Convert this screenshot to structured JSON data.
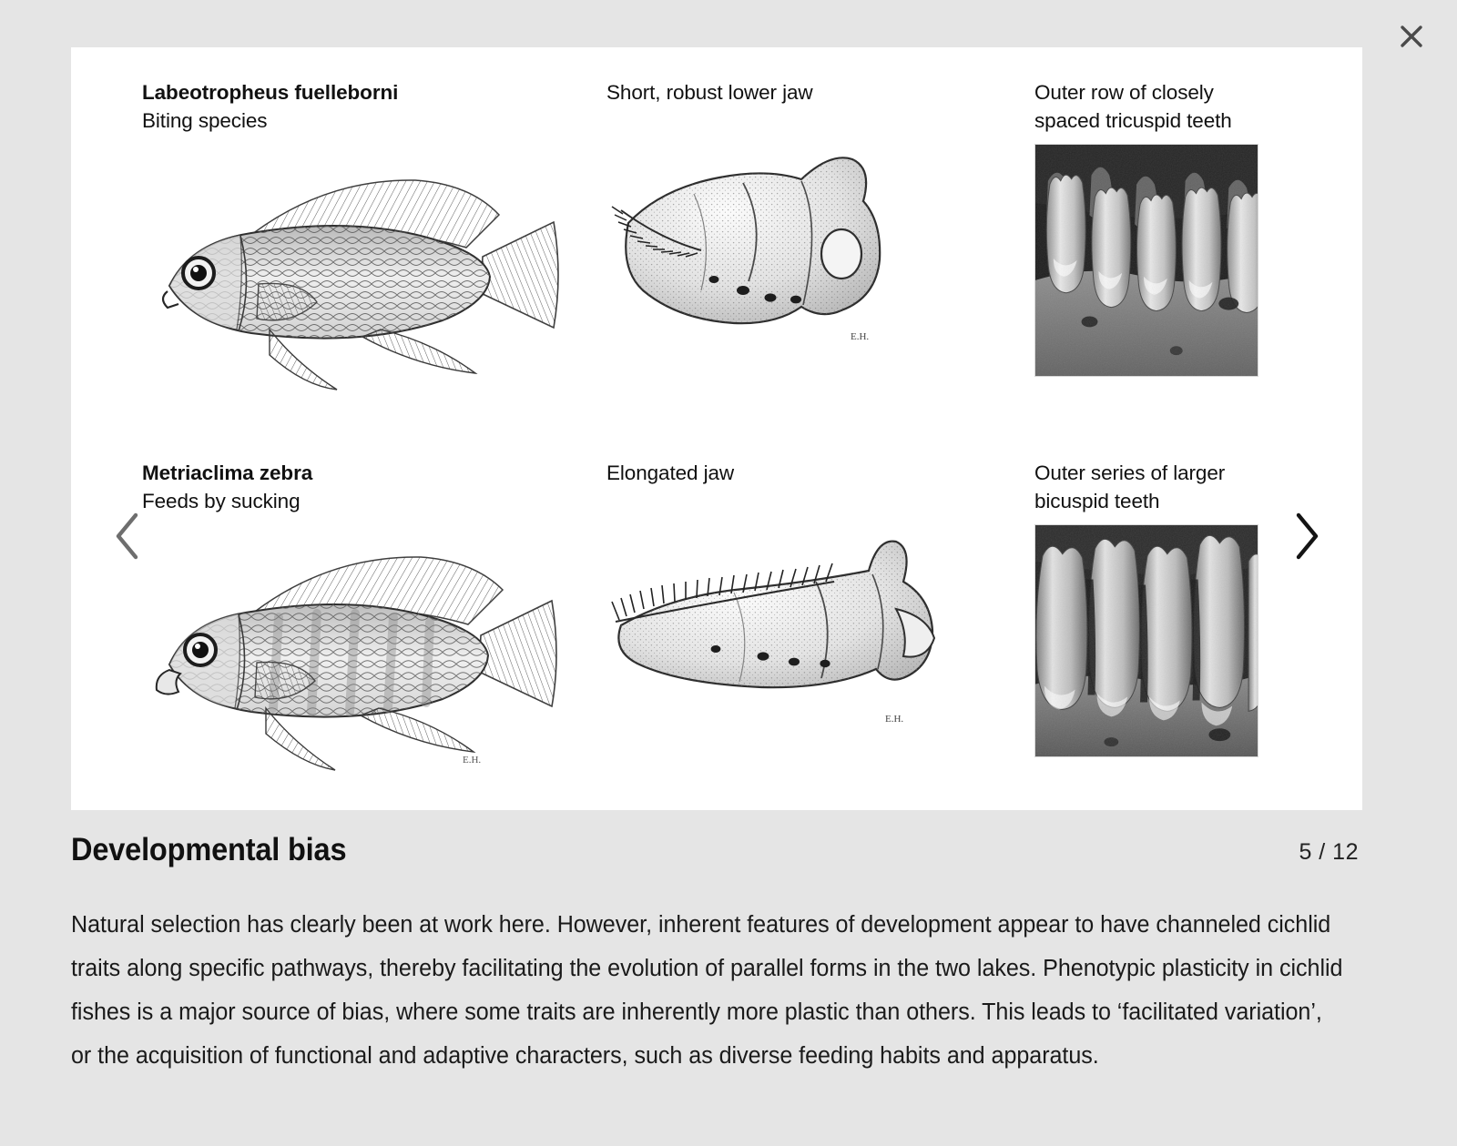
{
  "dialog": {
    "close_label": "×",
    "close_icon": "close-icon"
  },
  "figure": {
    "rows": [
      {
        "species_name": "Labeotropheus fuelleborni",
        "species_habit": "Biting species",
        "jaw_caption": "Short, robust lower jaw",
        "teeth_caption_line1": "Outer row of closely",
        "teeth_caption_line2": "spaced tricuspid teeth",
        "fish_icon": "cichlid-fish-illustration",
        "jaw_icon": "lower-jaw-bone-illustration",
        "sem_icon": "tricuspid-teeth-sem-micrograph"
      },
      {
        "species_name": "Metriaclima zebra",
        "species_habit": "Feeds by sucking",
        "jaw_caption": "Elongated jaw",
        "teeth_caption_line1": "Outer series of larger",
        "teeth_caption_line2": "bicuspid teeth",
        "fish_icon": "cichlid-fish-illustration",
        "jaw_icon": "elongated-jaw-bone-illustration",
        "sem_icon": "bicuspid-teeth-sem-micrograph"
      }
    ]
  },
  "carousel": {
    "prev_icon": "chevron-left-icon",
    "prev_label": "‹",
    "next_icon": "chevron-right-icon",
    "next_label": "›",
    "prev_color": "#6e6e6e",
    "next_color": "#141414"
  },
  "panel": {
    "title": "Developmental bias",
    "page_counter": "5 / 12",
    "body": "Natural selection has clearly been at work here. However, inherent features of development appear to have channeled cichlid traits along specific pathways, thereby facilitating the evolution of parallel forms in the two lakes. Phenotypic plasticity in cichlid fishes is a major source of bias, where some traits are inherently more plastic than others. This leads to ‘facilitated variation’, or the acquisition of functional and adaptive characters, such as diverse feeding habits and apparatus."
  },
  "colors": {
    "page_background": "#e5e5e5",
    "card_background": "#ffffff",
    "text_primary": "#111111",
    "close_icon": "#4a4a4a"
  }
}
